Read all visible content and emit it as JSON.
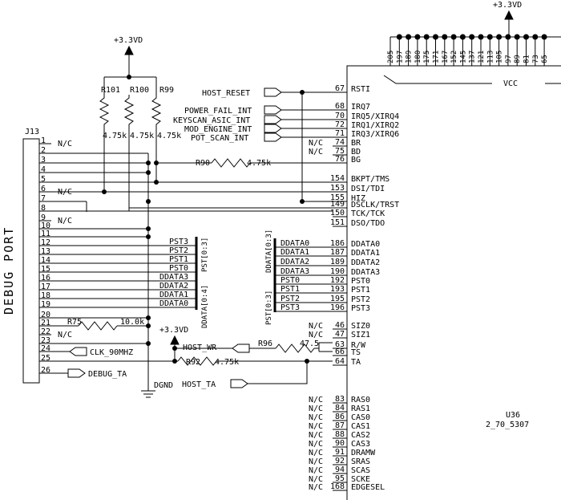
{
  "power": {
    "left_supply": "+3.3VD",
    "mid_supply": "+3.3VD",
    "top_supply": "+3.3VD"
  },
  "ground_label": "DGND",
  "connector": {
    "ref": "J13",
    "title": "DEBUG PORT",
    "pins": [
      {
        "num": "1",
        "net": "N/C"
      },
      {
        "num": "2",
        "net": ""
      },
      {
        "num": "3",
        "net": ""
      },
      {
        "num": "4",
        "net": ""
      },
      {
        "num": "5",
        "net": ""
      },
      {
        "num": "6",
        "net": "N/C"
      },
      {
        "num": "7",
        "net": ""
      },
      {
        "num": "8",
        "net": ""
      },
      {
        "num": "9",
        "net": "N/C"
      },
      {
        "num": "10",
        "net": ""
      },
      {
        "num": "11",
        "net": ""
      },
      {
        "num": "12",
        "net": ""
      },
      {
        "num": "13",
        "net": ""
      },
      {
        "num": "14",
        "net": ""
      },
      {
        "num": "15",
        "net": ""
      },
      {
        "num": "16",
        "net": ""
      },
      {
        "num": "17",
        "net": ""
      },
      {
        "num": "18",
        "net": ""
      },
      {
        "num": "19",
        "net": ""
      },
      {
        "num": "20",
        "net": ""
      },
      {
        "num": "21",
        "net": ""
      },
      {
        "num": "22",
        "net": "N/C"
      },
      {
        "num": "23",
        "net": ""
      },
      {
        "num": "24",
        "net": ""
      },
      {
        "num": "25",
        "net": ""
      },
      {
        "num": "26",
        "net": ""
      }
    ]
  },
  "resistors": {
    "r101": {
      "ref": "R101"
    },
    "r100": {
      "ref": "R100"
    },
    "r99": {
      "ref": "R99"
    },
    "pullup_value": "4.75k",
    "r90": {
      "ref": "R90",
      "value": "4.75k"
    },
    "r75": {
      "ref": "R75",
      "value": "10.0k"
    },
    "r96": {
      "ref": "R96",
      "value": "47.5"
    },
    "r92": {
      "ref": "R92",
      "value": "4.75k"
    }
  },
  "ports": {
    "host_reset": "HOST_RESET",
    "power_fail": "POWER_FAIL_INT",
    "keyscan": "KEYSCAN_ASIC_INT",
    "mod_engine": "MOD_ENGINE_INT",
    "pot_scan": "POT_SCAN_INT",
    "clk": "CLK_90MHZ",
    "debug_ta": "DEBUG_TA",
    "host_wr": "HOST_WR",
    "host_ta": "HOST_TA"
  },
  "left_bus": {
    "label_pst": "PST[0:3]",
    "label_ddata": "DDATA[0:4]",
    "pst": [
      "PST3",
      "PST2",
      "PST1",
      "PST0"
    ],
    "ddata": [
      "DDATA3",
      "DDATA2",
      "DDATA1",
      "DDATA0"
    ]
  },
  "right_bus": {
    "label_ddata": "DDATA[0:3]",
    "label_pst": "PST[0:3]",
    "ddata": [
      "DDATA0",
      "DDATA1",
      "DDATA2",
      "DDATA3"
    ],
    "pst": [
      "PST0",
      "PST1",
      "PST2",
      "PST3"
    ]
  },
  "ic": {
    "ref": "U36",
    "part": "2_70_5307",
    "vcc": "VCC",
    "top_pins": [
      "205",
      "197",
      "189",
      "180",
      "175",
      "171",
      "167",
      "152",
      "145",
      "137",
      "121",
      "113",
      "105",
      "97",
      "89",
      "81",
      "73",
      "65"
    ],
    "pins": [
      {
        "nc": "",
        "num": "67",
        "name": "RSTI"
      },
      {
        "nc": "",
        "num": "68",
        "name": "IRQ7"
      },
      {
        "nc": "",
        "num": "70",
        "name": "IRQ5/XIRQ4"
      },
      {
        "nc": "",
        "num": "72",
        "name": "IRQ1/XIRQ2"
      },
      {
        "nc": "",
        "num": "71",
        "name": "IRQ3/XIRQ6"
      },
      {
        "nc": "N/C",
        "num": "74",
        "name": "BR"
      },
      {
        "nc": "N/C",
        "num": "75",
        "name": "BD"
      },
      {
        "nc": "",
        "num": "76",
        "name": "BG"
      },
      {
        "nc": "",
        "num": "154",
        "name": "BKPT/TMS"
      },
      {
        "nc": "",
        "num": "153",
        "name": "DSI/TDI"
      },
      {
        "nc": "",
        "num": "155",
        "name": "HIZ"
      },
      {
        "nc": "",
        "num": "149",
        "name": "DSCLK/TRST"
      },
      {
        "nc": "",
        "num": "150",
        "name": "TCK/TCK"
      },
      {
        "nc": "",
        "num": "151",
        "name": "DSO/TDO"
      },
      {
        "nc": "",
        "num": "186",
        "name": "DDATA0"
      },
      {
        "nc": "",
        "num": "187",
        "name": "DDATA1"
      },
      {
        "nc": "",
        "num": "189",
        "name": "DDATA2"
      },
      {
        "nc": "",
        "num": "190",
        "name": "DDATA3"
      },
      {
        "nc": "",
        "num": "192",
        "name": "PST0"
      },
      {
        "nc": "",
        "num": "193",
        "name": "PST1"
      },
      {
        "nc": "",
        "num": "195",
        "name": "PST2"
      },
      {
        "nc": "",
        "num": "196",
        "name": "PST3"
      },
      {
        "nc": "N/C",
        "num": "46",
        "name": "SIZ0"
      },
      {
        "nc": "N/C",
        "num": "47",
        "name": "SIZ1"
      },
      {
        "nc": "",
        "num": "63",
        "name": "R/W"
      },
      {
        "nc": "",
        "num": "66",
        "name": "TS"
      },
      {
        "nc": "",
        "num": "64",
        "name": "TA"
      },
      {
        "nc": "N/C",
        "num": "83",
        "name": "RAS0"
      },
      {
        "nc": "N/C",
        "num": "84",
        "name": "RAS1"
      },
      {
        "nc": "N/C",
        "num": "86",
        "name": "CAS0"
      },
      {
        "nc": "N/C",
        "num": "87",
        "name": "CAS1"
      },
      {
        "nc": "N/C",
        "num": "88",
        "name": "CAS2"
      },
      {
        "nc": "N/C",
        "num": "90",
        "name": "CAS3"
      },
      {
        "nc": "N/C",
        "num": "91",
        "name": "DRAMW"
      },
      {
        "nc": "N/C",
        "num": "92",
        "name": "SRAS"
      },
      {
        "nc": "N/C",
        "num": "94",
        "name": "SCAS"
      },
      {
        "nc": "N/C",
        "num": "95",
        "name": "SCKE"
      },
      {
        "nc": "N/C",
        "num": "168",
        "name": "EDGESEL"
      }
    ]
  }
}
